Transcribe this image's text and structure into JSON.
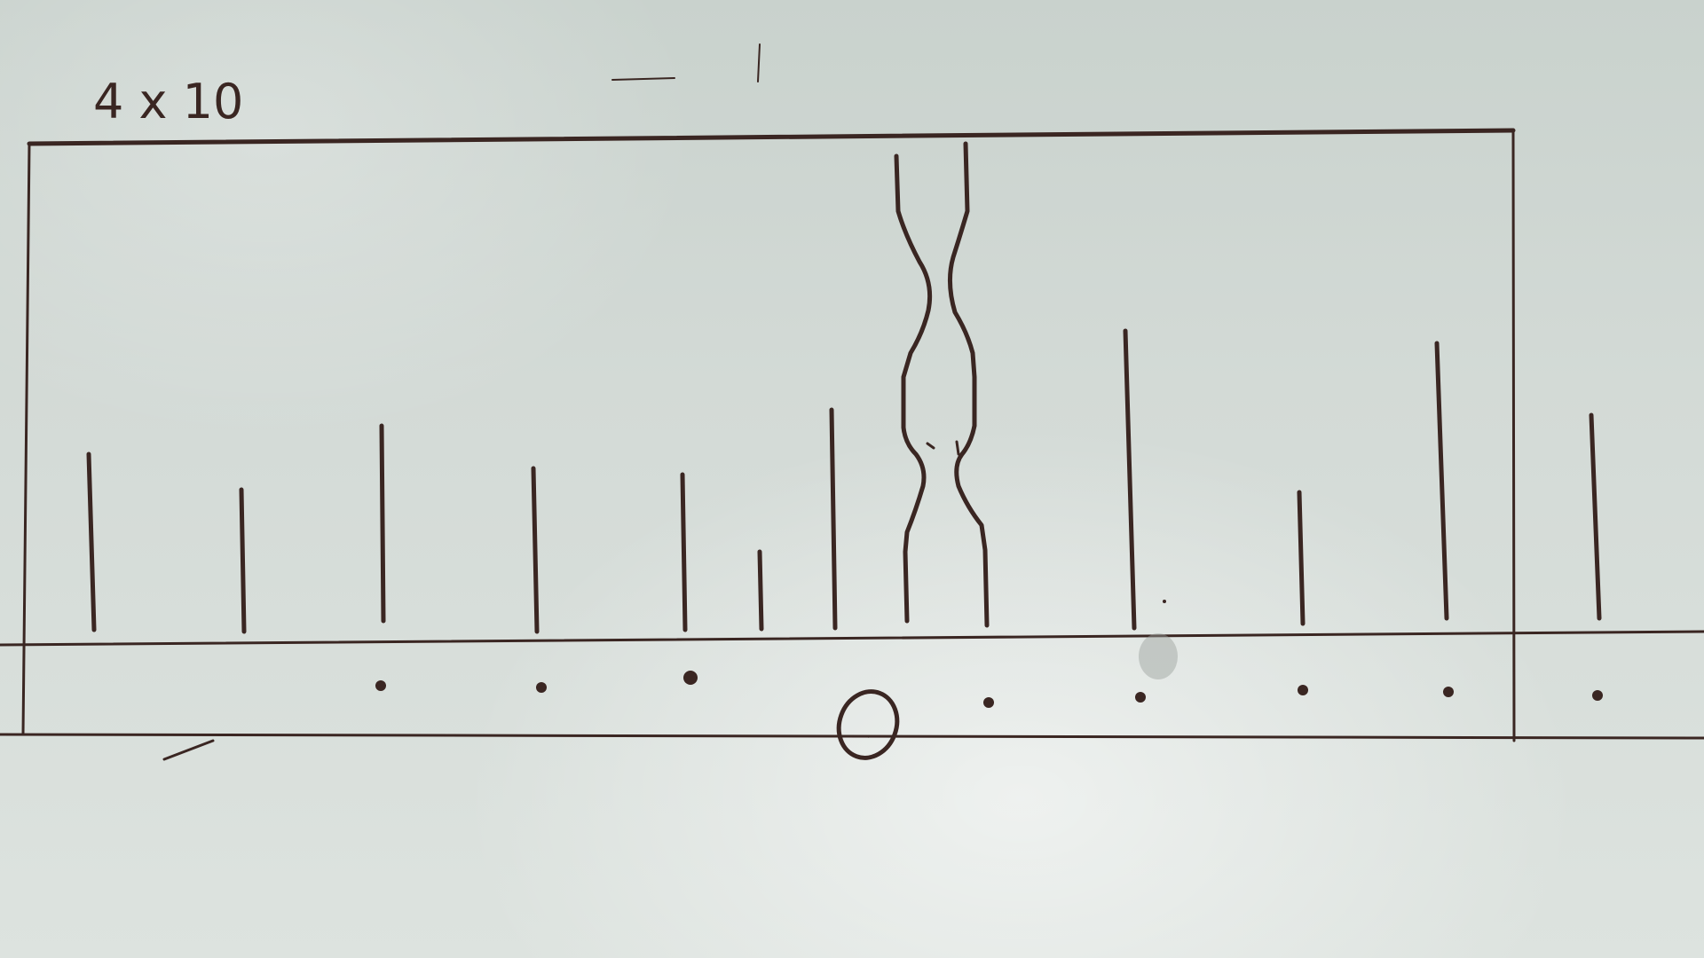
{
  "sketch": {
    "magnification_label": "4 x 10",
    "zero_label": "0",
    "ink_color": "#3a2622",
    "paper_color": "#d3dad6",
    "spectrum_line_count": 13,
    "dot_count": 9,
    "lines": [
      {
        "id": "l1",
        "relative_length": 0.47
      },
      {
        "id": "l2",
        "relative_length": 0.38
      },
      {
        "id": "l3",
        "relative_length": 0.56
      },
      {
        "id": "l4",
        "relative_length": 0.44
      },
      {
        "id": "l5",
        "relative_length": 0.41
      },
      {
        "id": "l6",
        "relative_length": 0.21
      },
      {
        "id": "l7",
        "relative_length": 0.59
      },
      {
        "id": "l8",
        "relative_length": 0.8
      },
      {
        "id": "l9",
        "relative_length": 0.36
      },
      {
        "id": "l10",
        "relative_length": 0.75
      },
      {
        "id": "l11",
        "relative_length": 0.56
      }
    ]
  }
}
